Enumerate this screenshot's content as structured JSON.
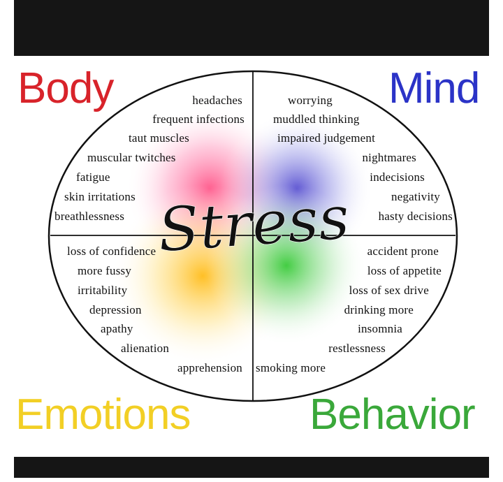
{
  "center_word": "Stress",
  "quadrants": {
    "body": {
      "label": "Body",
      "color": "#d8232a",
      "items": [
        "headaches",
        "frequent infections",
        "taut muscles",
        "muscular twitches",
        "fatigue",
        "skin irritations",
        "breathlessness"
      ]
    },
    "mind": {
      "label": "Mind",
      "color": "#2b33c7",
      "items": [
        "worrying",
        "muddled thinking",
        "impaired judgement",
        "nightmares",
        "indecisions",
        "negativity",
        "hasty decisions"
      ]
    },
    "emotions": {
      "label": "Emotions",
      "color": "#f2cf25",
      "items": [
        "loss of confidence",
        "more fussy",
        "irritability",
        "depression",
        "apathy",
        "alienation",
        "apprehension"
      ]
    },
    "behavior": {
      "label": "Behavior",
      "color": "#3aa83a",
      "items": [
        "accident prone",
        "loss of appetite",
        "loss of sex drive",
        "drinking more",
        "insomnia",
        "restlessness",
        "smoking more"
      ]
    }
  }
}
